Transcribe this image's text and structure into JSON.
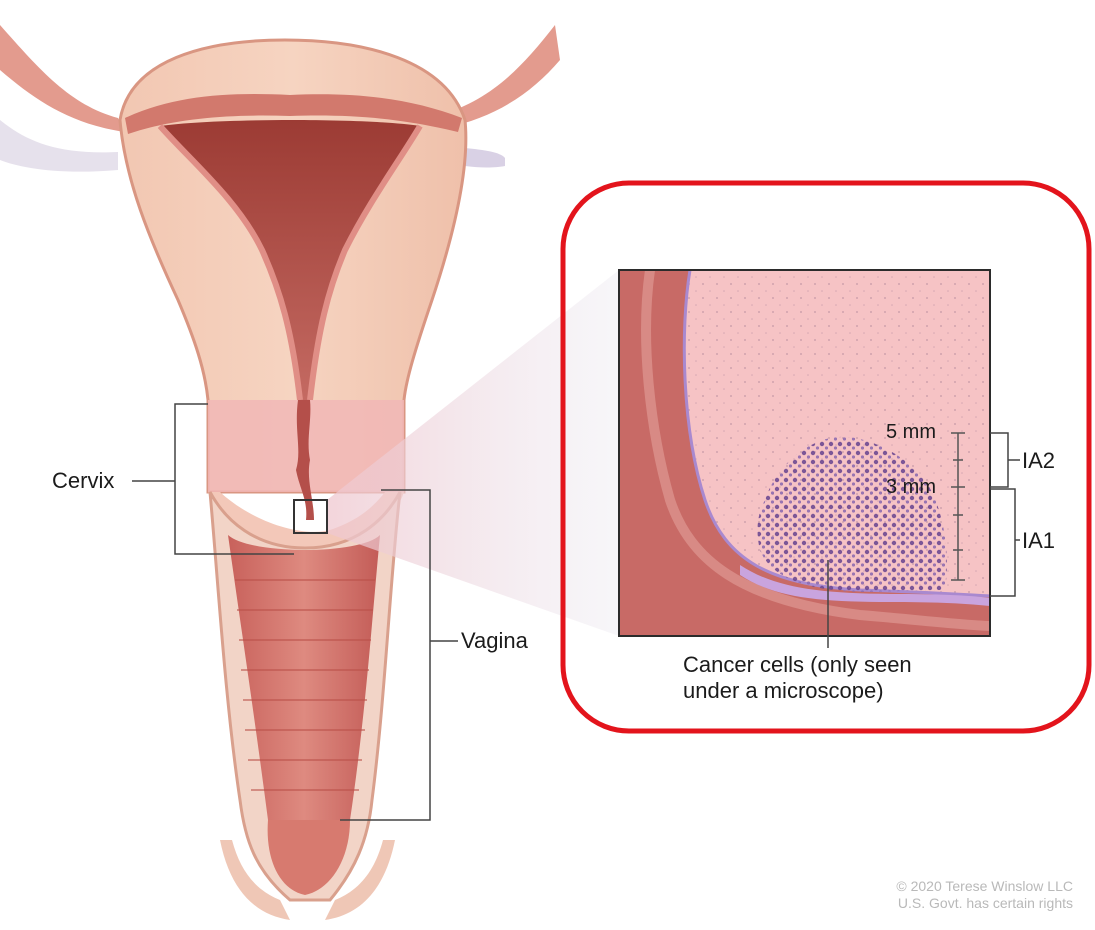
{
  "labels": {
    "cervix": "Cervix",
    "vagina": "Vagina",
    "depth_5mm": "5 mm",
    "depth_3mm": "3 mm",
    "stage_ia2": "IA2",
    "stage_ia1": "IA1",
    "cancer_caption_line1": "Cancer cells (only seen",
    "cancer_caption_line2": "under a microscope)"
  },
  "credit": {
    "line1": "© 2020 Terese Winslow LLC",
    "line2": "U.S. Govt. has certain rights"
  },
  "colors": {
    "highlight_frame": "#e3141c",
    "tissue": "#f0c0aa",
    "lining": "#c25a55",
    "cancer_cells": "#7e5aa0"
  }
}
